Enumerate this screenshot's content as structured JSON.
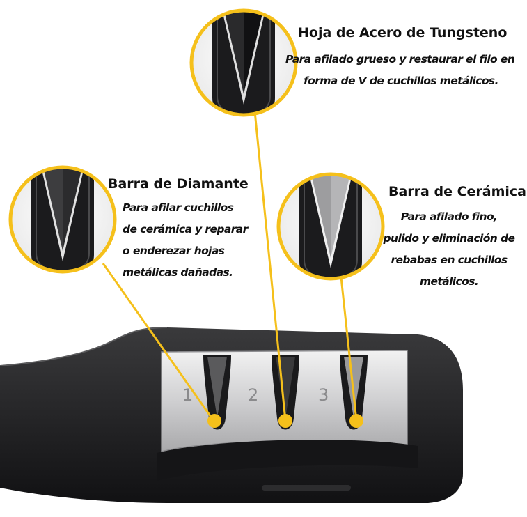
{
  "colors": {
    "accent_yellow": "#f5c01b",
    "handle_black": "#1c1c1e",
    "steel": "#c9c9cb"
  },
  "callouts": {
    "tungsten": {
      "title": "Hoja de Acero de Tungsteno",
      "lines": [
        "Para afilado grueso y restaurar el filo en",
        "forma de V de cuchillos metálicos."
      ]
    },
    "diamond": {
      "title": "Barra de Diamante",
      "lines": [
        "Para afilar cuchillos",
        "de cerámica y reparar",
        "o enderezar hojas",
        "metálicas dañadas."
      ]
    },
    "ceramic": {
      "title": "Barra de Cerámica",
      "lines": [
        "Para afilado fino,",
        "pulido y eliminación de",
        "rebabas en cuchillos",
        "metálicos."
      ]
    }
  },
  "slots": {
    "labels": [
      "1",
      "2",
      "3"
    ]
  }
}
